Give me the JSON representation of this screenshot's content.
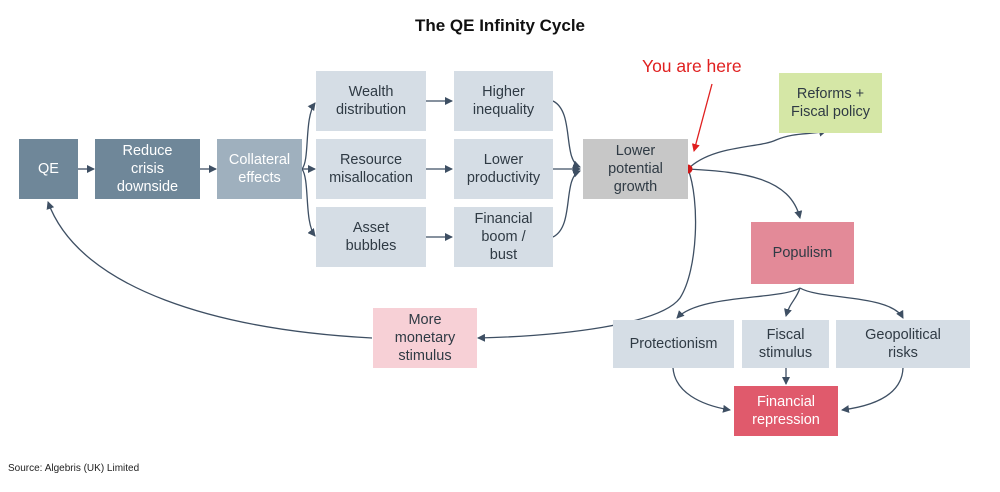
{
  "title": "The QE Infinity Cycle",
  "annotation": "You are here",
  "source": "Source: Algebris (UK) Limited",
  "colors": {
    "dark_box": "#6f8799",
    "mid_box": "#9fb0be",
    "light_box": "#d5dde5",
    "grey_box": "#c7c7c7",
    "green_box": "#d5e7a6",
    "pink_box": "#f7d0d6",
    "rose_box": "#e38a98",
    "red_box": "#e05a6c",
    "arrow": "#3e4f63",
    "annotation": "#e02020"
  },
  "nodes": {
    "qe": "QE",
    "reduce": "Reduce\ncrisis\ndownside",
    "collateral": "Collateral\neffects",
    "wealth": "Wealth\ndistribution",
    "resource": "Resource\nmisallocation",
    "asset": "Asset\nbubbles",
    "inequality": "Higher\ninequality",
    "productivity": "Lower\nproductivity",
    "financial_boom": "Financial\nboom /\nbust",
    "lower_growth": "Lower\npotential\ngrowth",
    "reforms": "Reforms +\nFiscal policy",
    "populism": "Populism",
    "more_monetary": "More\nmonetary\nstimulus",
    "protectionism": "Protectionism",
    "fiscal_stimulus": "Fiscal\nstimulus",
    "geopolitical": "Geopolitical\nrisks",
    "repression": "Financial\nrepression"
  }
}
